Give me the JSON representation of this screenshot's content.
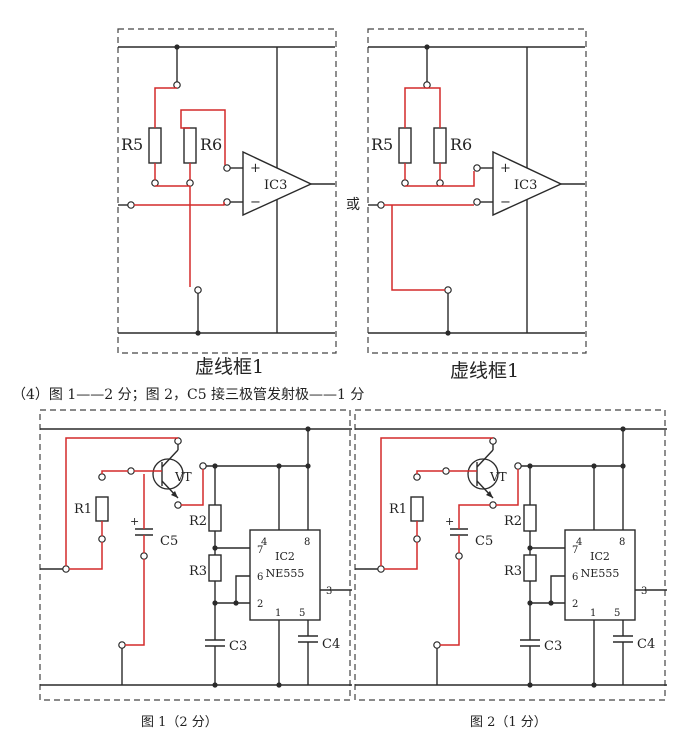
{
  "top_section": {
    "box_caption_left": "虚线框1",
    "box_caption_right": "虚线框1",
    "or_label": "或",
    "resistor_labels": {
      "r5": "R5",
      "r6": "R6"
    },
    "opamp": {
      "name": "IC3",
      "plus": "+",
      "minus": "−"
    }
  },
  "scoring_note": "（4）图 1——2 分；图 2，C5 接三极管发射极——1 分",
  "bottom_section": {
    "labels": {
      "r1": "R1",
      "r2": "R2",
      "r3": "R3",
      "c3": "C3",
      "c4": "C4",
      "c5": "C5",
      "c5_plus": "+",
      "vt": "VT",
      "ic2": "IC2",
      "ne555": "NE555",
      "pin7": "7",
      "pin6": "6",
      "pin2": "2",
      "pin4": "4",
      "pin8": "8",
      "pin1": "1",
      "pin5": "5",
      "pin3": "3"
    },
    "fig1_caption": "图 1（2 分）",
    "fig2_caption": "图 2（1 分）"
  },
  "colors": {
    "wire": "#2a2a2a",
    "highlight": "#d42a2a",
    "dashed": "#444444"
  }
}
